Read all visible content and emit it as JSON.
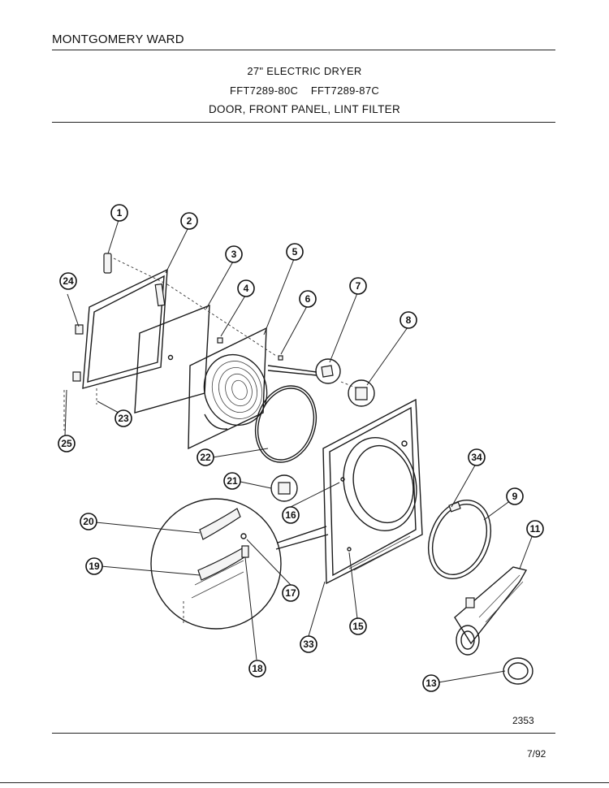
{
  "header": {
    "brand": "MONTGOMERY WARD",
    "title": "27\" ELECTRIC DRYER",
    "models": "FFT7289-80C    FFT7289-87C",
    "section": "DOOR, FRONT PANEL, LINT FILTER"
  },
  "footer": {
    "diagram_code": "2353",
    "date": "7/92"
  },
  "callouts": [
    "1",
    "2",
    "3",
    "4",
    "5",
    "6",
    "7",
    "8",
    "9",
    "11",
    "13",
    "15",
    "16",
    "17",
    "18",
    "19",
    "20",
    "21",
    "22",
    "23",
    "24",
    "25",
    "33",
    "34"
  ]
}
